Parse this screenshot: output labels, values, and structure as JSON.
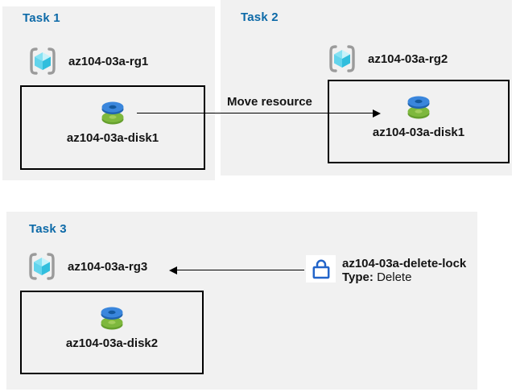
{
  "tasks": [
    {
      "title": "Task 1",
      "resource_group": "az104-03a-rg1",
      "resource": "az104-03a-disk1"
    },
    {
      "title": "Task 2",
      "resource_group": "az104-03a-rg2",
      "resource": "az104-03a-disk1"
    },
    {
      "title": "Task 3",
      "resource_group": "az104-03a-rg3",
      "resource": "az104-03a-disk2"
    }
  ],
  "annotations": {
    "move_label": "Move resource",
    "lock": {
      "name": "az104-03a-delete-lock",
      "type_label": "Type:",
      "type_value": "Delete"
    }
  },
  "icons": {
    "resource_group": "resource-group-icon",
    "disk": "disk-icon",
    "lock": "lock-icon"
  },
  "colors": {
    "panel_bg": "#f1f1f1",
    "task_title_blue": "#0d6aa8",
    "label_text": "#141414",
    "box_border": "#000000",
    "arrow": "#000000",
    "bracket_gray": "#9b9b9b",
    "cube_cyan_dark": "#31bedd",
    "cube_cyan_mid": "#62d4ec",
    "cube_cyan_light": "#86e2f3",
    "cube_cyan_pale": "#c7f2fa",
    "disk_blue_top": "#3a86dc",
    "disk_blue_rim": "#2064b0",
    "disk_blue_hole": "#14589d",
    "disk_green_top": "#7eb83d",
    "disk_green_rim": "#659f2d",
    "disk_green_hole": "#a2cd5c",
    "lock_blue": "#2264c9",
    "lock_bg": "#ffffff"
  }
}
